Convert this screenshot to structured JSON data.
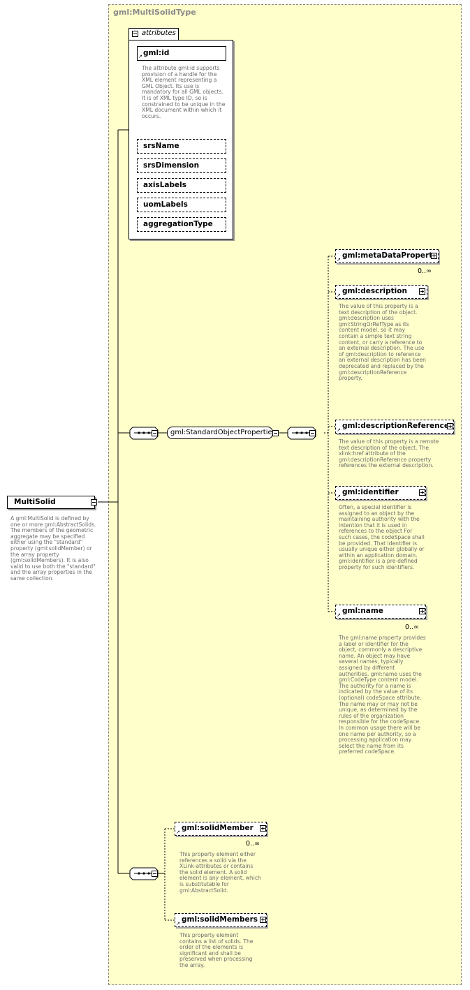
{
  "type_title": "gml:MultiSolidType",
  "root": {
    "name": "MultiSolid",
    "description": "A gml:MultiSolid is defined by one or more gml:AbstractSolids. The members of the geometric aggregate may be specified either using the \"standard\" property (gml:solidMember) or the array property (gml:solidMembers). It is also valid to use both the \"standard\" and the array properties in the same collection."
  },
  "attributes": {
    "header": "attributes",
    "items": [
      {
        "name": "gml:id",
        "required": true,
        "description": "The attribute gml:id supports provision of a handle for the XML element representing a GML Object. Its use is mandatory for all GML objects. It is of XML type ID, so is constrained to be unique in the XML document within which it occurs."
      },
      {
        "name": "srsName",
        "required": false
      },
      {
        "name": "srsDimension",
        "required": false
      },
      {
        "name": "axisLabels",
        "required": false
      },
      {
        "name": "uomLabels",
        "required": false
      },
      {
        "name": "aggregationType",
        "required": false
      }
    ]
  },
  "group": {
    "name": "gml:StandardObjectProperties"
  },
  "group_elements": [
    {
      "name": "gml:metaDataProperty",
      "multiplicity": "0..∞",
      "description": ""
    },
    {
      "name": "gml:description",
      "multiplicity": "",
      "description": "The value of this property is a text description of the object. gml:description uses gml:StringOrRefType as its content model, so it may contain a simple text string content, or carry a reference to an external description. The use of gml:description to reference an external description has been deprecated and replaced by the gml:descriptionReference property."
    },
    {
      "name": "gml:descriptionReference",
      "multiplicity": "",
      "description": "The value of this property is a remote text description of the object. The xlink:href attribute of the gml:descriptionReference property references the external description."
    },
    {
      "name": "gml:identifier",
      "multiplicity": "",
      "description": "Often, a special identifier is assigned to an object by the maintaining authority with the intention that it is used in references to the object For such cases, the codeSpace shall be provided. That identifier is usually unique either globally or within an application domain. gml:identifier is a pre-defined property for such identifiers."
    },
    {
      "name": "gml:name",
      "multiplicity": "0..∞",
      "description": "The gml:name property provides a label or identifier for the object, commonly a descriptive name. An object may have several names, typically assigned by different authorities. gml:name uses the gml:CodeType content model.  The authority for a name is indicated by the value of its (optional) codeSpace attribute.  The name may or may not be unique, as determined by the rules of the organization responsible for the codeSpace.  In common usage there will be one name per authority, so a processing application may select the name from its preferred codeSpace."
    }
  ],
  "members": [
    {
      "name": "gml:solidMember",
      "multiplicity": "0..∞",
      "description": "This property element either references a solid via the XLink-attributes or contains the solid element. A solid element is any element, which is substitutable for gml:AbstractSolid."
    },
    {
      "name": "gml:solidMembers",
      "multiplicity": "",
      "description": "This property element contains a list of solids. The order of the elements is significant and shall be preserved when processing the array."
    }
  ]
}
